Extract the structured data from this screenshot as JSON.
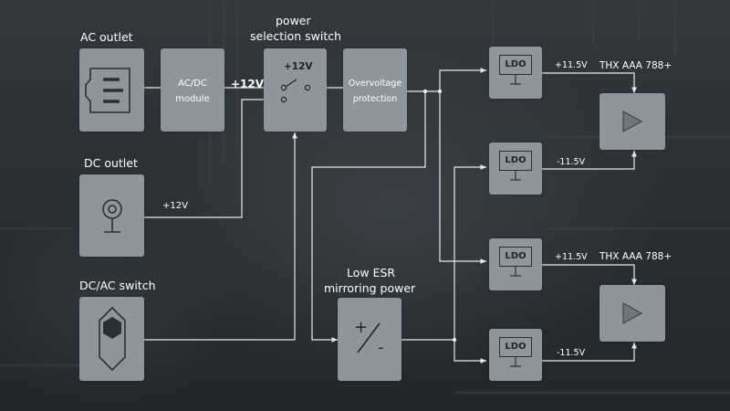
{
  "labels": {
    "ac_outlet": "AC outlet",
    "dc_outlet": "DC outlet",
    "dc_ac_switch": "DC/AC switch",
    "power_selection_line1": "power",
    "power_selection_line2": "selection switch",
    "low_esr_line1": "Low ESR",
    "low_esr_line2": "mirroring power",
    "ac_dc_module_line1": "AC/DC",
    "ac_dc_module_line2": "module",
    "overvoltage_line1": "Overvoltage",
    "overvoltage_line2": "protection",
    "voltage_12v_bold": "+12V",
    "voltage_12v_switch": "+12V",
    "voltage_12v_dc": "+12V",
    "ldo": "LDO",
    "v_pos_top": "+11.5V",
    "v_neg_top": "-11.5V",
    "v_pos_bottom": "+11.5V",
    "v_neg_bottom": "-11.5V",
    "thx_top": "THX AAA 788+",
    "thx_bottom": "THX AAA 788+",
    "esr_plus": "+",
    "esr_minus": "-"
  },
  "icons": {
    "ac_outlet": "ac-socket-icon",
    "dc_outlet": "dc-jack-icon",
    "switch": "rocker-switch-icon",
    "amplifier": "amplifier-triangle-icon",
    "ldo_ground": "ground-icon"
  },
  "colors": {
    "block_fill": "#8e969b",
    "wire": "#e6e9eb",
    "text": "#ffffff",
    "icon_dark": "#2b2f32"
  }
}
